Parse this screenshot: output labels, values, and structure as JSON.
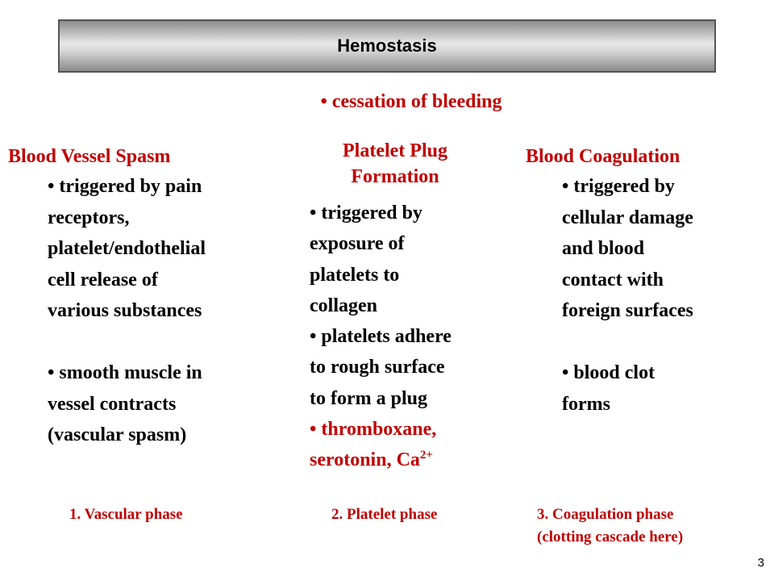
{
  "title": "Hemostasis",
  "subtitle": "• cessation of bleeding",
  "columns": [
    {
      "heading": "Blood Vessel Spasm",
      "lines": [
        "• triggered by pain",
        "receptors,",
        "platelet/endothelial",
        "cell release of",
        "various substances",
        "",
        "• smooth muscle in",
        "vessel contracts",
        "(vascular spasm)"
      ]
    },
    {
      "heading_line1": "Platelet Plug",
      "heading_line2": "Formation",
      "lines": [
        "• triggered by",
        "exposure of",
        "platelets to",
        "collagen",
        "• platelets adhere",
        "to rough surface",
        "to form a plug"
      ],
      "red_line1": "• thromboxane,",
      "red_line2_prefix": "serotonin, Ca",
      "red_line2_sup": "2+"
    },
    {
      "heading": "Blood Coagulation",
      "lines": [
        "• triggered by",
        "cellular damage",
        "and blood",
        "contact with",
        "foreign surfaces",
        "",
        "• blood clot",
        "forms"
      ]
    }
  ],
  "phases": [
    {
      "label": "1. Vascular phase"
    },
    {
      "label": "2. Platelet phase"
    },
    {
      "label_line1": "3. Coagulation phase",
      "label_line2": "(clotting cascade here)"
    }
  ],
  "page_number": "3"
}
